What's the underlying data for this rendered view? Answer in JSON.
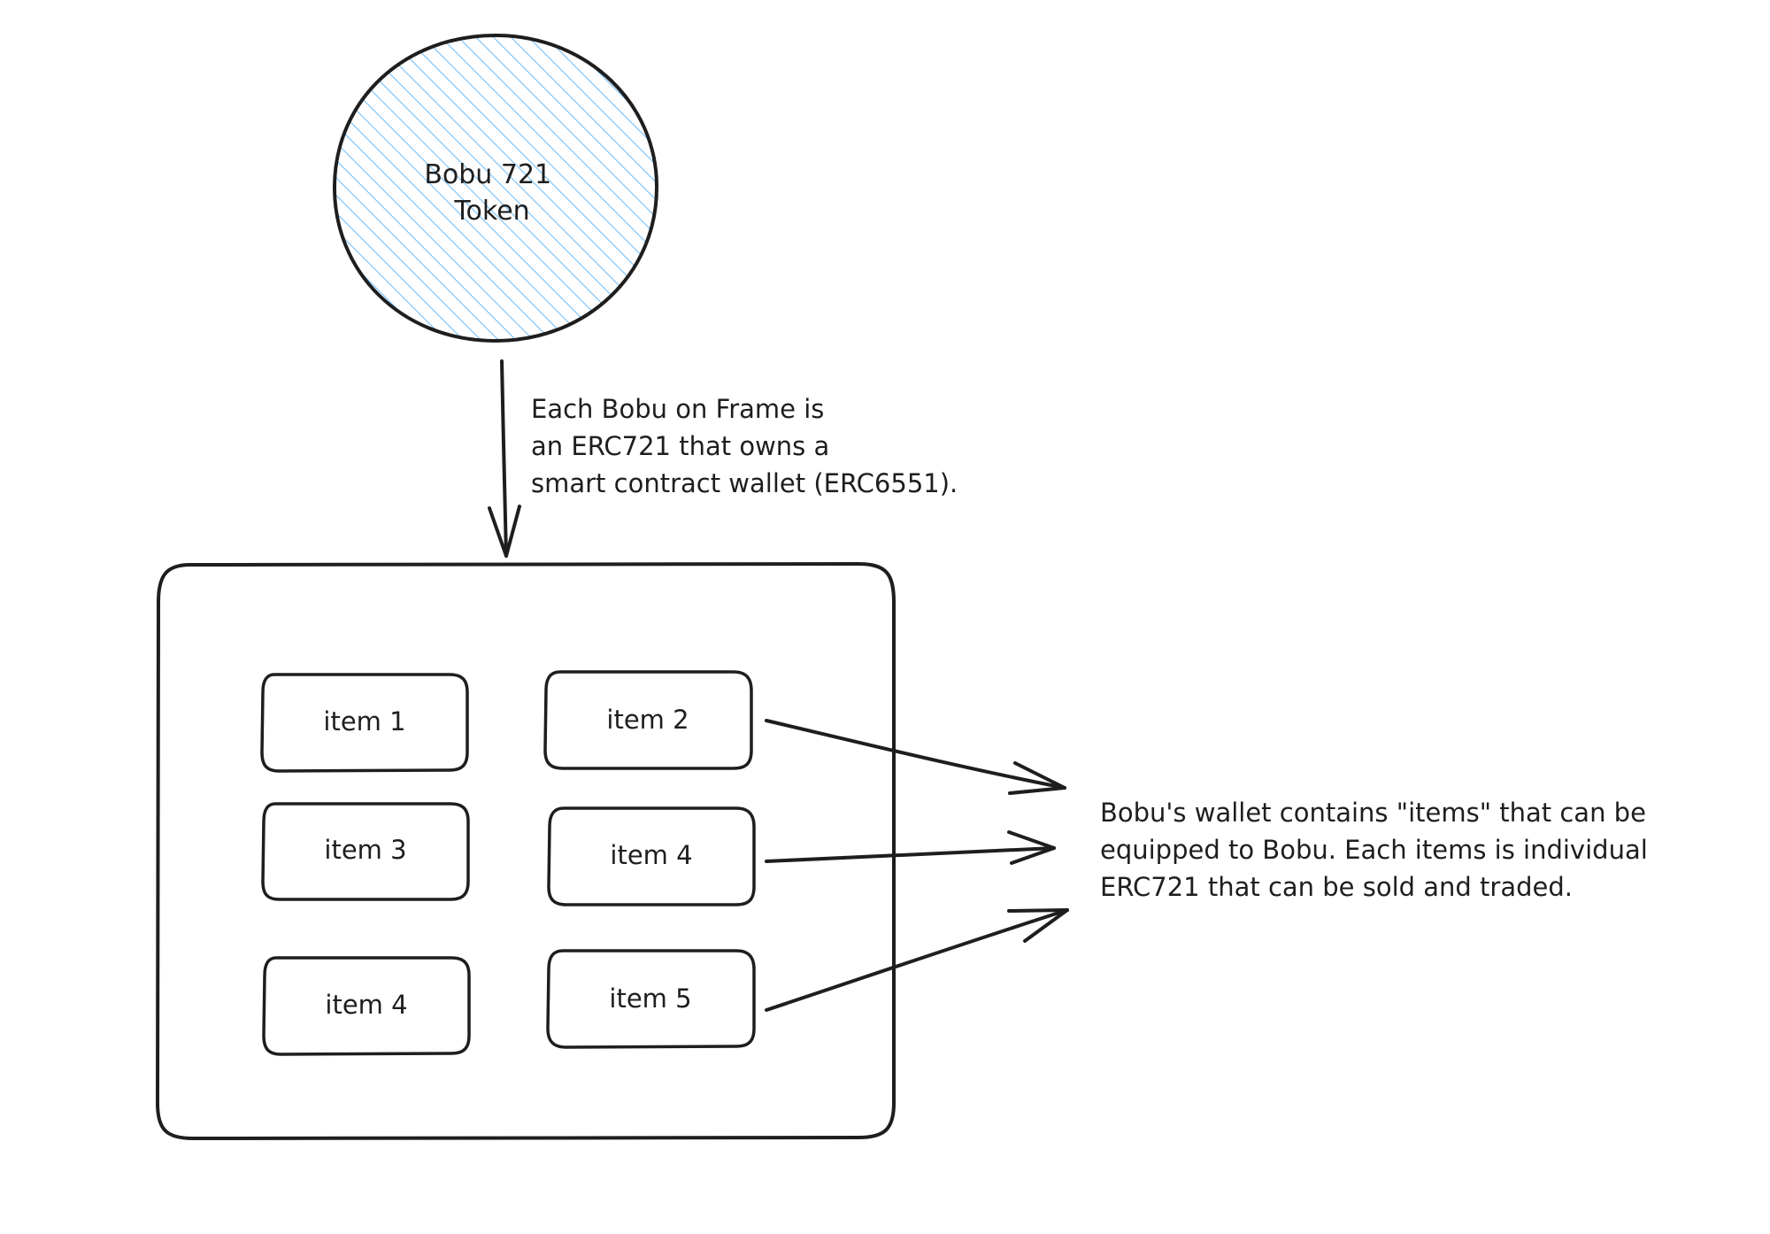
{
  "token": {
    "label_lines": [
      "Bobu 721",
      "Token"
    ],
    "fill_color": "#a5d8ff",
    "hatch_color": "#4dabf7"
  },
  "token_arrow_note": {
    "lines": [
      "Each Bobu on Frame is",
      "an ERC721 that owns a",
      "smart contract wallet (ERC6551)."
    ]
  },
  "wallet": {
    "items": [
      {
        "label": "item 1"
      },
      {
        "label": "item 2"
      },
      {
        "label": "item 3"
      },
      {
        "label": "item 4"
      },
      {
        "label": "item 4"
      },
      {
        "label": "item 5"
      }
    ]
  },
  "items_note": {
    "lines": [
      "Bobu's wallet contains \"items\" that can be",
      "equipped to Bobu. Each items is individual",
      "ERC721 that can be sold and traded."
    ]
  },
  "colors": {
    "stroke": "#1e1e1e",
    "background": "#ffffff"
  }
}
